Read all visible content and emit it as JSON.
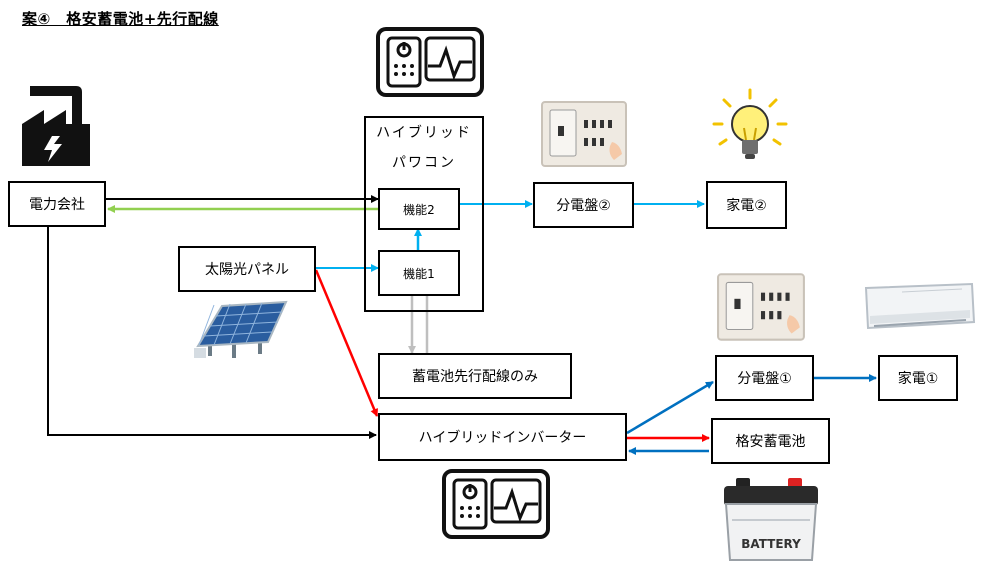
{
  "title": "案④　格安蓄電池+先行配線",
  "nodes": {
    "power_company": "電力会社",
    "hybrid_pc_line1": "ハイブリッド",
    "hybrid_pc_line2": "パワコン",
    "func2": "機能2",
    "func1": "機能1",
    "solar": "太陽光パネル",
    "prewire": "蓄電池先行配線のみ",
    "hybrid_inverter": "ハイブリッドインバーター",
    "breaker2": "分電盤②",
    "appliance2": "家電②",
    "breaker1": "分電盤①",
    "appliance1": "家電①",
    "battery": "格安蓄電池"
  },
  "illustrations": {
    "battery_text": "BATTERY"
  },
  "colors": {
    "black": "#000000",
    "blue": "#00b0f0",
    "dark_blue": "#0070c0",
    "green": "#92d050",
    "red": "#ff0000",
    "gray": "#bfbfbf"
  }
}
